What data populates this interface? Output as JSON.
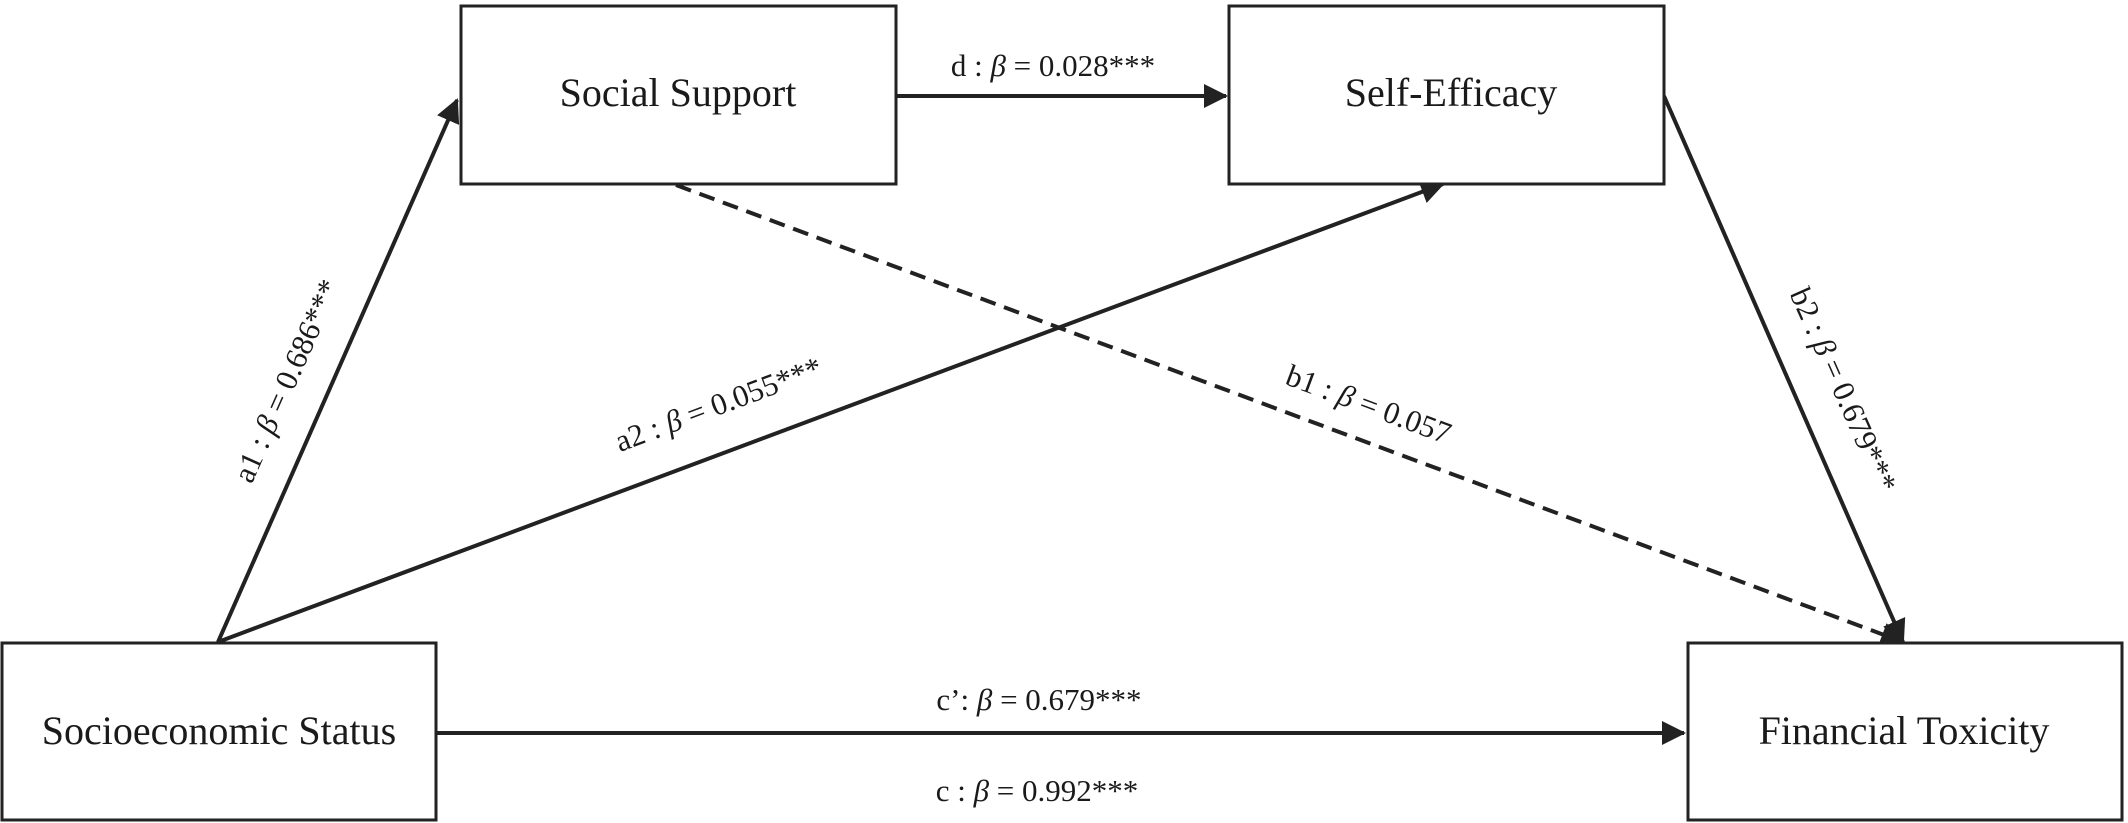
{
  "nodes": {
    "social_support": {
      "label": "Social Support"
    },
    "self_efficacy": {
      "label": "Self-Efficacy"
    },
    "ses": {
      "label": "Socioeconomic Status"
    },
    "financial_toxicity": {
      "label": "Financial Toxicity"
    }
  },
  "paths": {
    "a1": {
      "prefix": "a1 : ",
      "symbol": "β",
      "value": " = 0.686***"
    },
    "a2": {
      "prefix": "a2 : ",
      "symbol": "β",
      "value": " = 0.055***"
    },
    "d": {
      "prefix": "d : ",
      "symbol": "β",
      "value": " = 0.028***"
    },
    "b1": {
      "prefix": "b1 : ",
      "symbol": "β",
      "value": " = 0.057"
    },
    "b2": {
      "prefix": "b2 : ",
      "symbol": "β",
      "value": " = 0.679***"
    },
    "c_prime": {
      "prefix": "c’: ",
      "symbol": "β",
      "value": " = 0.679***"
    },
    "c": {
      "prefix": "c : ",
      "symbol": "β",
      "value": " = 0.992***"
    }
  },
  "colors": {
    "stroke": "#222222",
    "text": "#1a1a1a",
    "background": "#ffffff"
  }
}
